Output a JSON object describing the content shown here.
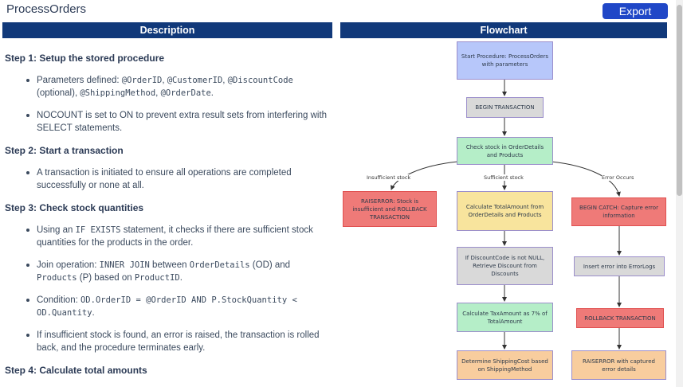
{
  "app": {
    "title": "ProcessOrders",
    "export_label": "Export"
  },
  "panels": {
    "description": "Description",
    "flowchart": "Flowchart"
  },
  "steps": [
    {
      "title": "Step 1: Setup the stored procedure",
      "bullets": [
        [
          "Parameters defined: ",
          {
            "code": "@OrderID"
          },
          ", ",
          {
            "code": "@CustomerID"
          },
          ", ",
          {
            "code": "@DiscountCode"
          },
          " (optional), ",
          {
            "code": "@ShippingMethod"
          },
          ", ",
          {
            "code": "@OrderDate"
          },
          "."
        ],
        [
          "NOCOUNT is set to ON to prevent extra result sets from interfering with SELECT statements."
        ]
      ]
    },
    {
      "title": "Step 2: Start a transaction",
      "bullets": [
        [
          "A transaction is initiated to ensure all operations are completed successfully or none at all."
        ]
      ]
    },
    {
      "title": "Step 3: Check stock quantities",
      "bullets": [
        [
          "Using an ",
          {
            "code": "IF EXISTS"
          },
          " statement, it checks if there are sufficient stock quantities for the products in the order."
        ],
        [
          "Join operation: ",
          {
            "code": "INNER JOIN"
          },
          " between ",
          {
            "code": "OrderDetails"
          },
          " (OD) and ",
          {
            "code": "Products"
          },
          " (P) based on ",
          {
            "code": "ProductID"
          },
          "."
        ],
        [
          "Condition: ",
          {
            "code": "OD.OrderID = @OrderID AND P.StockQuantity < OD.Quantity"
          },
          "."
        ],
        [
          "If insufficient stock is found, an error is raised, the transaction is rolled back, and the procedure terminates early."
        ]
      ]
    },
    {
      "title": "Step 4: Calculate total amounts",
      "bullets": []
    }
  ],
  "flow": {
    "nodes": {
      "start": "Start Procedure: ProcessOrders with parameters",
      "begin_tx": "BEGIN TRANSACTION",
      "check_stock": "Check stock in OrderDetails and Products",
      "raiserror_stock": "RAISERROR: Stock is insufficient and ROLLBACK TRANSACTION",
      "calc_total": "Calculate TotalAmount from OrderDetails and Products",
      "discount": "If DiscountCode is not NULL, Retrieve Discount from Discounts",
      "tax": "Calculate TaxAmount as 7% of TotalAmount",
      "shipping": "Determine ShippingCost based on ShippingMethod",
      "begin_catch": "BEGIN CATCH: Capture error information",
      "insert_error": "Insert error into ErrorLogs",
      "rollback": "ROLLBACK TRANSACTION",
      "raiserror_captured": "RAISERROR with captured error details"
    },
    "edges": {
      "insufficient": "Insufficient stock",
      "sufficient": "Sufficient stock",
      "error": "Error Occurs"
    },
    "colors": {
      "blue": "#b7c7fa",
      "grey": "#d9d9d9",
      "green": "#b5eec8",
      "red": "#ef7a78",
      "yellow": "#f8e49d",
      "orange": "#f8cd9e",
      "stroke": "#9b8ecb",
      "red_stroke": "#e05050"
    }
  }
}
